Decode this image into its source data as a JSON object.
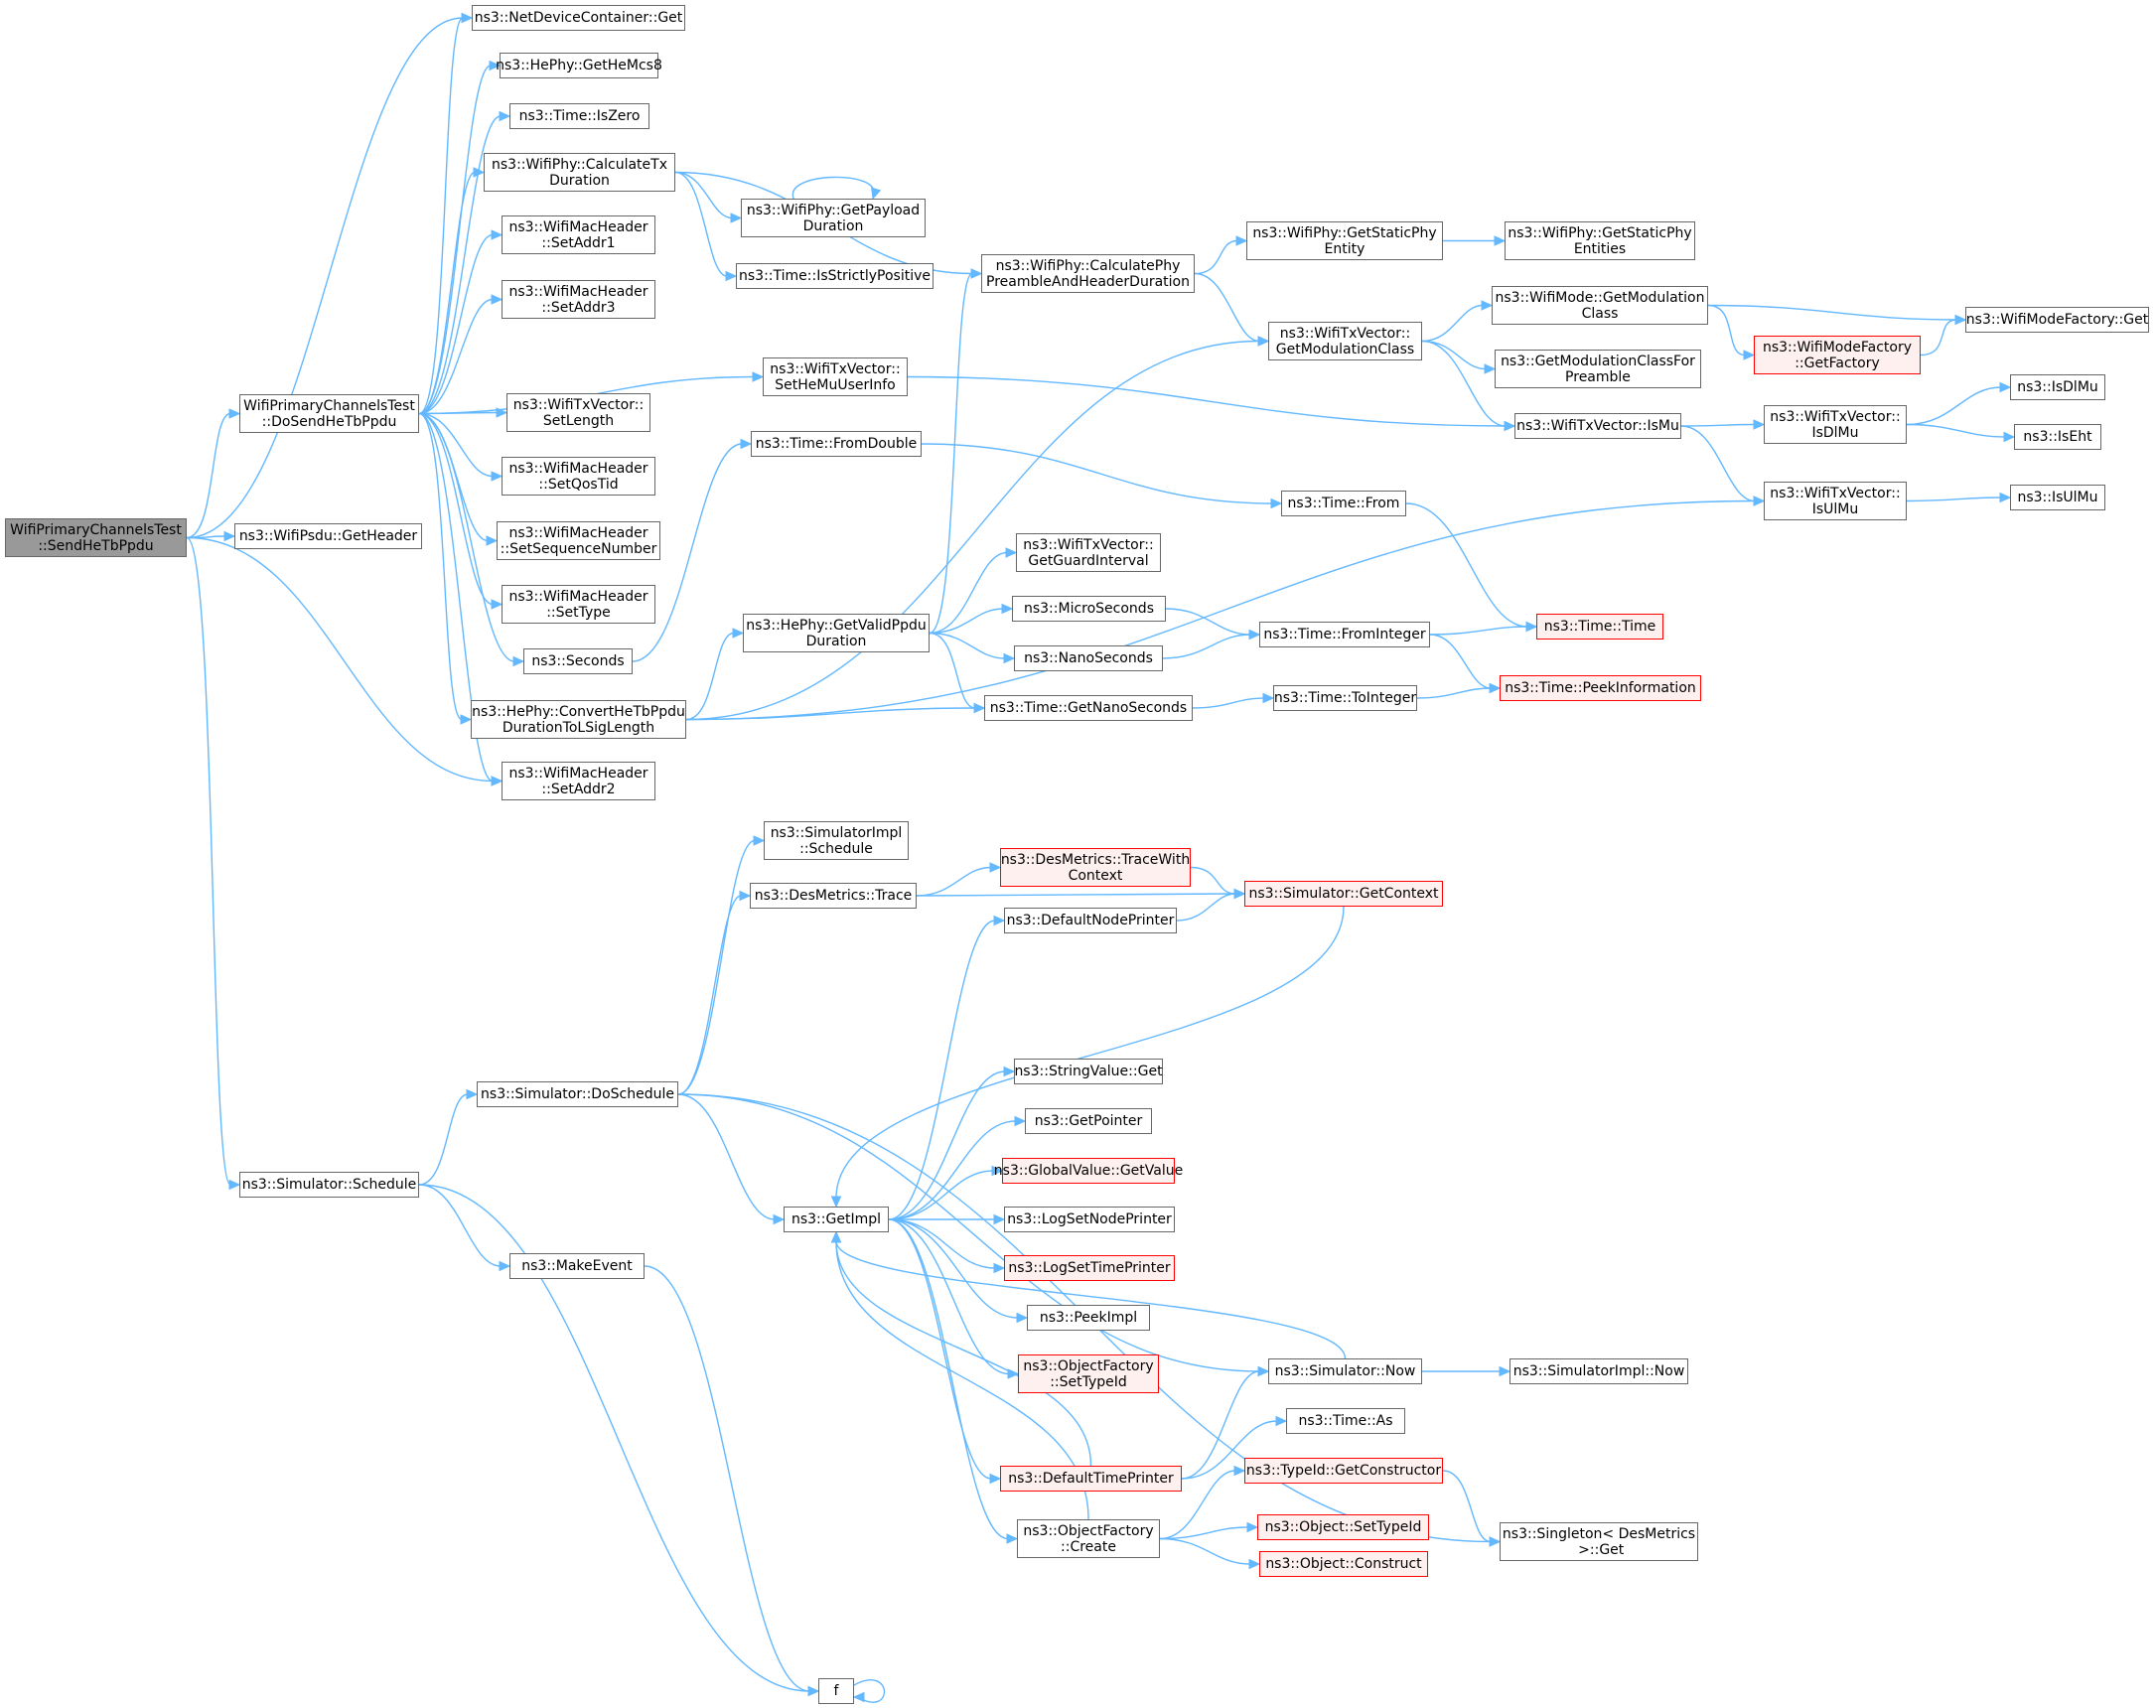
{
  "diagram": {
    "nodes": [
      {
        "id": "root",
        "label": "WifiPrimaryChannelsTest\n::SendHeTbPpdu",
        "style": "root"
      },
      {
        "id": "dosend",
        "label": "WifiPrimaryChannelsTest\n::DoSendHeTbPpdu"
      },
      {
        "id": "getheader",
        "label": "ns3::WifiPsdu::GetHeader"
      },
      {
        "id": "schedule",
        "label": "ns3::Simulator::Schedule"
      },
      {
        "id": "ndcget",
        "label": "ns3::NetDeviceContainer::Get"
      },
      {
        "id": "gethemcs",
        "label": "ns3::HePhy::GetHeMcs8"
      },
      {
        "id": "iszero",
        "label": "ns3::Time::IsZero"
      },
      {
        "id": "calctx",
        "label": "ns3::WifiPhy::CalculateTx\nDuration"
      },
      {
        "id": "setaddr1",
        "label": "ns3::WifiMacHeader\n::SetAddr1"
      },
      {
        "id": "setaddr3",
        "label": "ns3::WifiMacHeader\n::SetAddr3"
      },
      {
        "id": "setlength",
        "label": "ns3::WifiTxVector::\nSetLength"
      },
      {
        "id": "setqos",
        "label": "ns3::WifiMacHeader\n::SetQosTid"
      },
      {
        "id": "setseq",
        "label": "ns3::WifiMacHeader\n::SetSequenceNumber"
      },
      {
        "id": "settype",
        "label": "ns3::WifiMacHeader\n::SetType"
      },
      {
        "id": "seconds",
        "label": "ns3::Seconds"
      },
      {
        "id": "convert",
        "label": "ns3::HePhy::ConvertHeTbPpdu\nDurationToLSigLength"
      },
      {
        "id": "setaddr2",
        "label": "ns3::WifiMacHeader\n::SetAddr2"
      },
      {
        "id": "getpayload",
        "label": "ns3::WifiPhy::GetPayload\nDuration"
      },
      {
        "id": "isstrict",
        "label": "ns3::Time::IsStrictlyPositive"
      },
      {
        "id": "sethemu",
        "label": "ns3::WifiTxVector::\nSetHeMuUserInfo"
      },
      {
        "id": "fromdouble",
        "label": "ns3::Time::FromDouble"
      },
      {
        "id": "getvalid",
        "label": "ns3::HePhy::GetValidPpdu\nDuration"
      },
      {
        "id": "calcpre",
        "label": "ns3::WifiPhy::CalculatePhy\nPreambleAndHeaderDuration"
      },
      {
        "id": "getguard",
        "label": "ns3::WifiTxVector::\nGetGuardInterval"
      },
      {
        "id": "micro",
        "label": "ns3::MicroSeconds"
      },
      {
        "id": "nano",
        "label": "ns3::NanoSeconds"
      },
      {
        "id": "getnano",
        "label": "ns3::Time::GetNanoSeconds"
      },
      {
        "id": "getstatic",
        "label": "ns3::WifiPhy::GetStaticPhy\nEntity"
      },
      {
        "id": "getmodclass",
        "label": "ns3::WifiTxVector::\nGetModulationClass"
      },
      {
        "id": "from",
        "label": "ns3::Time::From"
      },
      {
        "id": "frominteger",
        "label": "ns3::Time::FromInteger"
      },
      {
        "id": "tointeger",
        "label": "ns3::Time::ToInteger"
      },
      {
        "id": "getstatics",
        "label": "ns3::WifiPhy::GetStaticPhy\nEntities"
      },
      {
        "id": "modeget",
        "label": "ns3::WifiMode::GetModulation\nClass"
      },
      {
        "id": "getmodpre",
        "label": "ns3::GetModulationClassFor\nPreamble"
      },
      {
        "id": "ismu",
        "label": "ns3::WifiTxVector::IsMu"
      },
      {
        "id": "time",
        "label": "ns3::Time::Time",
        "style": "red"
      },
      {
        "id": "peekinfo",
        "label": "ns3::Time::PeekInformation",
        "style": "red"
      },
      {
        "id": "getfactory",
        "label": "ns3::WifiModeFactory\n::GetFactory",
        "style": "red"
      },
      {
        "id": "isdlmuv",
        "label": "ns3::WifiTxVector::\nIsDlMu"
      },
      {
        "id": "isulmuv",
        "label": "ns3::WifiTxVector::\nIsUlMu"
      },
      {
        "id": "modefacget",
        "label": "ns3::WifiModeFactory::Get"
      },
      {
        "id": "isdlmu",
        "label": "ns3::IsDlMu"
      },
      {
        "id": "iseht",
        "label": "ns3::IsEht"
      },
      {
        "id": "isulmu",
        "label": "ns3::IsUlMu"
      },
      {
        "id": "simimpl",
        "label": "ns3::SimulatorImpl\n::Schedule"
      },
      {
        "id": "destrace",
        "label": "ns3::DesMetrics::Trace"
      },
      {
        "id": "dostrace",
        "label": "ns3::DesMetrics::TraceWith\nContext",
        "style": "red"
      },
      {
        "id": "getcontext",
        "label": "ns3::Simulator::GetContext",
        "style": "red"
      },
      {
        "id": "defnode",
        "label": "ns3::DefaultNodePrinter"
      },
      {
        "id": "doschedule",
        "label": "ns3::Simulator::DoSchedule"
      },
      {
        "id": "strget",
        "label": "ns3::StringValue::Get"
      },
      {
        "id": "getpointer",
        "label": "ns3::GetPointer"
      },
      {
        "id": "globalget",
        "label": "ns3::GlobalValue::GetValue",
        "style": "red"
      },
      {
        "id": "getimpl",
        "label": "ns3::GetImpl"
      },
      {
        "id": "lognode",
        "label": "ns3::LogSetNodePrinter"
      },
      {
        "id": "logtime",
        "label": "ns3::LogSetTimePrinter",
        "style": "red"
      },
      {
        "id": "peekimpl",
        "label": "ns3::PeekImpl"
      },
      {
        "id": "setypeid",
        "label": "ns3::ObjectFactory\n::SetTypeId",
        "style": "red"
      },
      {
        "id": "makeevent",
        "label": "ns3::MakeEvent"
      },
      {
        "id": "now",
        "label": "ns3::Simulator::Now"
      },
      {
        "id": "implnow",
        "label": "ns3::SimulatorImpl::Now"
      },
      {
        "id": "timeas",
        "label": "ns3::Time::As"
      },
      {
        "id": "deftime",
        "label": "ns3::DefaultTimePrinter",
        "style": "red"
      },
      {
        "id": "getcons",
        "label": "ns3::TypeId::GetConstructor",
        "style": "red"
      },
      {
        "id": "objcreate",
        "label": "ns3::ObjectFactory\n::Create"
      },
      {
        "id": "objset",
        "label": "ns3::Object::SetTypeId",
        "style": "red"
      },
      {
        "id": "objcons",
        "label": "ns3::Object::Construct",
        "style": "red"
      },
      {
        "id": "singleton",
        "label": "ns3::Singleton< DesMetrics\n >::Get"
      },
      {
        "id": "f",
        "label": "f"
      }
    ],
    "edges": [
      [
        "root",
        "ndcget"
      ],
      [
        "root",
        "dosend"
      ],
      [
        "root",
        "getheader"
      ],
      [
        "root",
        "setaddr2"
      ],
      [
        "root",
        "schedule"
      ],
      [
        "dosend",
        "ndcget"
      ],
      [
        "dosend",
        "gethemcs"
      ],
      [
        "dosend",
        "iszero"
      ],
      [
        "dosend",
        "calctx"
      ],
      [
        "dosend",
        "setaddr1"
      ],
      [
        "dosend",
        "setaddr3"
      ],
      [
        "dosend",
        "sethemu"
      ],
      [
        "dosend",
        "setlength"
      ],
      [
        "dosend",
        "setqos"
      ],
      [
        "dosend",
        "setseq"
      ],
      [
        "dosend",
        "settype"
      ],
      [
        "dosend",
        "seconds"
      ],
      [
        "dosend",
        "convert"
      ],
      [
        "dosend",
        "setaddr2"
      ],
      [
        "calctx",
        "getpayload"
      ],
      [
        "calctx",
        "isstrict"
      ],
      [
        "calctx",
        "calcpre"
      ],
      [
        "getpayload",
        "getpayload"
      ],
      [
        "calcpre",
        "getstatic"
      ],
      [
        "calcpre",
        "getmodclass"
      ],
      [
        "getstatic",
        "getstatics"
      ],
      [
        "getmodclass",
        "modeget"
      ],
      [
        "getmodclass",
        "getmodpre"
      ],
      [
        "getmodclass",
        "ismu"
      ],
      [
        "modeget",
        "modefacget"
      ],
      [
        "modeget",
        "getfactory"
      ],
      [
        "getfactory",
        "modefacget"
      ],
      [
        "sethemu",
        "ismu"
      ],
      [
        "ismu",
        "isdlmuv"
      ],
      [
        "ismu",
        "isulmuv"
      ],
      [
        "isdlmuv",
        "isdlmu"
      ],
      [
        "isdlmuv",
        "iseht"
      ],
      [
        "isulmuv",
        "isulmu"
      ],
      [
        "seconds",
        "fromdouble"
      ],
      [
        "fromdouble",
        "from"
      ],
      [
        "from",
        "time"
      ],
      [
        "convert",
        "getvalid"
      ],
      [
        "convert",
        "getmodclass"
      ],
      [
        "convert",
        "getnano"
      ],
      [
        "convert",
        "isulmuv"
      ],
      [
        "getvalid",
        "calcpre"
      ],
      [
        "getvalid",
        "getguard"
      ],
      [
        "getvalid",
        "micro"
      ],
      [
        "getvalid",
        "nano"
      ],
      [
        "getvalid",
        "getnano"
      ],
      [
        "micro",
        "frominteger"
      ],
      [
        "nano",
        "frominteger"
      ],
      [
        "frominteger",
        "time"
      ],
      [
        "frominteger",
        "peekinfo"
      ],
      [
        "getnano",
        "tointeger"
      ],
      [
        "tointeger",
        "peekinfo"
      ],
      [
        "schedule",
        "doschedule"
      ],
      [
        "schedule",
        "makeevent"
      ],
      [
        "schedule",
        "f"
      ],
      [
        "makeevent",
        "f"
      ],
      [
        "f",
        "f"
      ],
      [
        "doschedule",
        "simimpl"
      ],
      [
        "doschedule",
        "destrace"
      ],
      [
        "doschedule",
        "now"
      ],
      [
        "doschedule",
        "getimpl"
      ],
      [
        "doschedule",
        "singleton"
      ],
      [
        "destrace",
        "dostrace"
      ],
      [
        "destrace",
        "getcontext"
      ],
      [
        "dostrace",
        "getcontext"
      ],
      [
        "getcontext",
        "getimpl"
      ],
      [
        "defnode",
        "getcontext"
      ],
      [
        "getimpl",
        "defnode"
      ],
      [
        "getimpl",
        "strget"
      ],
      [
        "getimpl",
        "getpointer"
      ],
      [
        "getimpl",
        "globalget"
      ],
      [
        "getimpl",
        "lognode"
      ],
      [
        "getimpl",
        "logtime"
      ],
      [
        "getimpl",
        "peekimpl"
      ],
      [
        "getimpl",
        "setypeid"
      ],
      [
        "getimpl",
        "deftime"
      ],
      [
        "getimpl",
        "objcreate"
      ],
      [
        "now",
        "getimpl"
      ],
      [
        "now",
        "implnow"
      ],
      [
        "deftime",
        "now"
      ],
      [
        "deftime",
        "timeas"
      ],
      [
        "deftime",
        "getimpl"
      ],
      [
        "objcreate",
        "getcons"
      ],
      [
        "objcreate",
        "objset"
      ],
      [
        "objcreate",
        "objcons"
      ],
      [
        "objcreate",
        "getimpl"
      ],
      [
        "getcons",
        "singleton"
      ]
    ],
    "colors": {
      "edge": "#63b8ff",
      "node_border": "#666666",
      "root_fill": "#999999",
      "highlight_border": "#ff0000",
      "highlight_fill": "#fff0f0"
    }
  }
}
